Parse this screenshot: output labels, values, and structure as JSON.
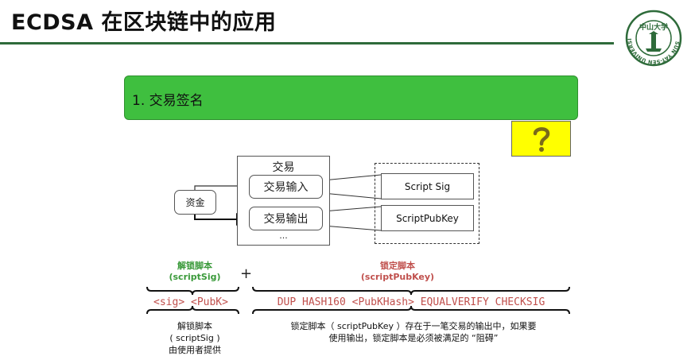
{
  "header": {
    "title": "ECDSA 在区块链中的应用",
    "logo_icon": "sun-yat-sen-university-seal",
    "logo_text": "SUN YAT-SEN UNIVERSITY",
    "logo_chinese": "中山大学"
  },
  "banner": {
    "label": "1. 交易签名",
    "question_icon": "question-mark-icon"
  },
  "diagram": {
    "funds_label": "资金",
    "transaction_title": "交易",
    "input_label": "交易输入",
    "output_label": "交易输出",
    "ellipsis": "...",
    "script_sig": "Script Sig",
    "script_pubkey": "ScriptPubKey"
  },
  "scripts": {
    "unlock_heading_cn": "解锁脚本",
    "unlock_heading_en": "(scriptSig)",
    "plus": "+",
    "lock_heading_cn": "锁定脚本",
    "lock_heading_en": "(scriptPubKey)",
    "unlock_code": "<sig> <PubK>",
    "lock_code": "DUP HASH160 <PubKHash> EQUALVERIFY CHECKSIG",
    "unlock_desc_1": "解锁脚本",
    "unlock_desc_2": "( scriptSig )",
    "unlock_desc_3": "由使用者提供",
    "lock_desc_1": "锁定脚本（ scriptPubKey ）存在于一笔交易的输出中，如果要",
    "lock_desc_2": "使用输出，锁定脚本是必须被满足的 “阻碍”"
  },
  "colors": {
    "banner_green": "#3fbf3f",
    "question_yellow": "#ffff00",
    "unlock_green": "#3a9a3a",
    "lock_red": "#c0504d",
    "rule_green": "#2e6b3a"
  }
}
